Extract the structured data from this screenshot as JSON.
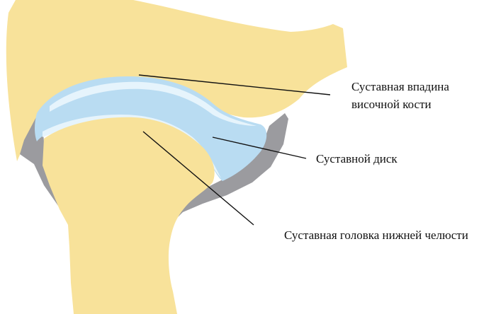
{
  "labels": {
    "fossa_line1": "Суставная впадина",
    "fossa_line2": "височной кости",
    "disc": "Суставной диск",
    "head": "Суставная головка нижней челюсти"
  },
  "colors": {
    "bone": "#f8e29a",
    "capsule": "#9b9b9f",
    "disc": "#b9dcf2",
    "disc_highlight": "#e6f4fc",
    "leader": "#111111",
    "background": "#ffffff"
  }
}
